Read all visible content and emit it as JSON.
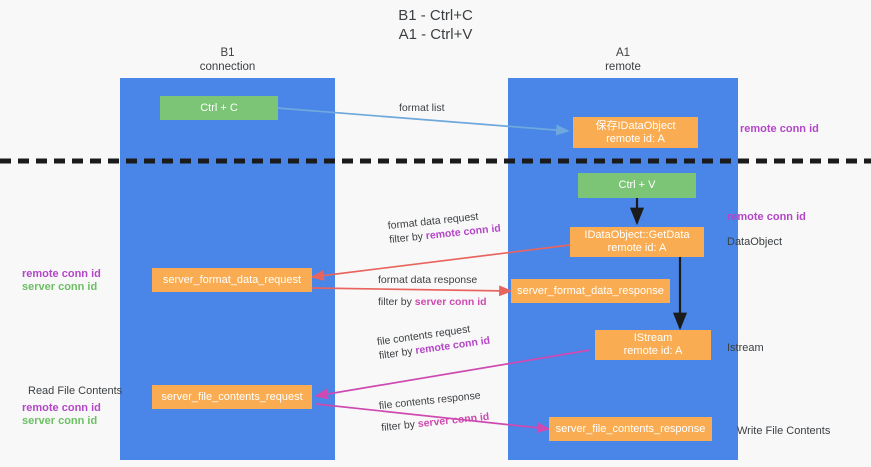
{
  "title": {
    "line1": "B1 - Ctrl+C",
    "line2": "A1 - Ctrl+V"
  },
  "columns": [
    {
      "name": "B1",
      "sub": "connection"
    },
    {
      "name": "A1",
      "sub": "remote"
    }
  ],
  "nodes": {
    "ctrl_c": {
      "label": "Ctrl + C"
    },
    "ctrl_v": {
      "label": "Ctrl + V"
    },
    "save_dataobject": {
      "line1": "保存IDataObject",
      "line2": "remote id: A"
    },
    "getdata": {
      "line1": "IDataObject::GetData",
      "line2": "remote id: A"
    },
    "istream": {
      "line1": "IStream",
      "line2": "remote id: A"
    },
    "format_data_request": {
      "label": "server_format_data_request"
    },
    "format_data_response": {
      "label": "server_format_data_response"
    },
    "file_contents_request": {
      "label": "server_file_contents_request"
    },
    "file_contents_response": {
      "label": "server_file_contents_response"
    }
  },
  "edges": {
    "format_list": {
      "label": "format list"
    },
    "format_data_request": {
      "line1": "format data request",
      "line2_prefix": "filter by ",
      "line2_hl": "remote conn id"
    },
    "format_data_response": {
      "line1": "format data response",
      "line2_prefix": "filter by ",
      "line2_hl": "server conn id"
    },
    "file_contents_request": {
      "line1": "file contents request",
      "line2_prefix": "filter by ",
      "line2_hl": "remote conn id"
    },
    "file_contents_response": {
      "line1": "file contents response",
      "line2_prefix": "filter by ",
      "line2_hl": "server conn id"
    }
  },
  "annotations": {
    "right_remote_conn_id_top": "remote conn id",
    "right_remote_conn_id_mid": "remote conn id",
    "right_dataobject": "DataObject",
    "right_istream": "Istream",
    "right_write_file_contents": "Write File Contents",
    "left_remote_conn_id_1": "remote conn id",
    "left_server_conn_id_1": "server conn id",
    "left_read_file_contents": "Read File Contents",
    "left_remote_conn_id_2": "remote conn id",
    "left_server_conn_id_2": "server conn id"
  },
  "colors": {
    "lane": "#4a86e8",
    "node_orange": "#f9ac51",
    "node_green": "#7cc576",
    "arrow_blue": "#6fa8dc",
    "arrow_red": "#e8655f",
    "arrow_magenta": "#cf4ab0",
    "arrow_black": "#1b1b1b",
    "purple_text": "#b446c8",
    "magenta_text": "#cf4ab0",
    "green_text": "#6cbf63",
    "background": "#f8f8f8"
  }
}
